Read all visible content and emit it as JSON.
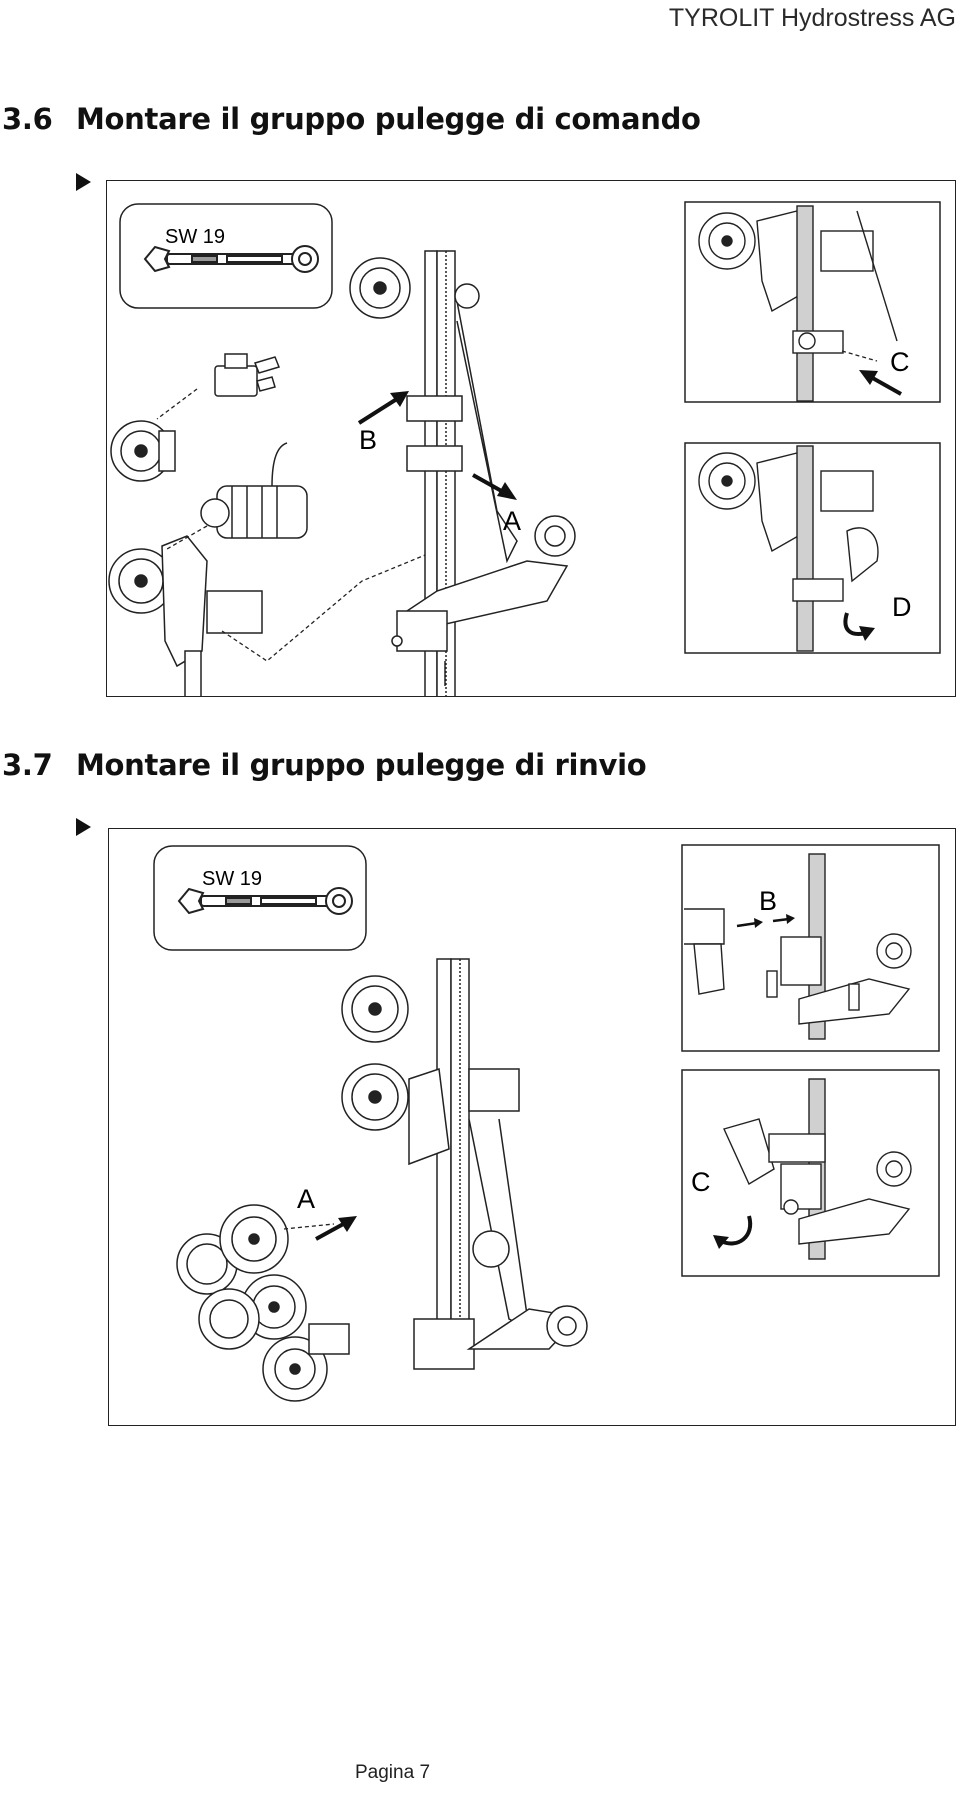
{
  "header": {
    "company": "TYROLIT Hydrostress AG"
  },
  "sections": [
    {
      "number": "3.6",
      "title": "Montare il gruppo pulegge di comando",
      "tool_label": "SW 19",
      "callouts": {
        "a": "A",
        "b": "B",
        "c": "C",
        "d": "D"
      }
    },
    {
      "number": "3.7",
      "title": "Montare il gruppo pulegge di rinvio",
      "tool_label": "SW 19",
      "callouts": {
        "a": "A",
        "b": "B",
        "c": "C"
      }
    }
  ],
  "footer": {
    "page": "Pagina 7"
  }
}
